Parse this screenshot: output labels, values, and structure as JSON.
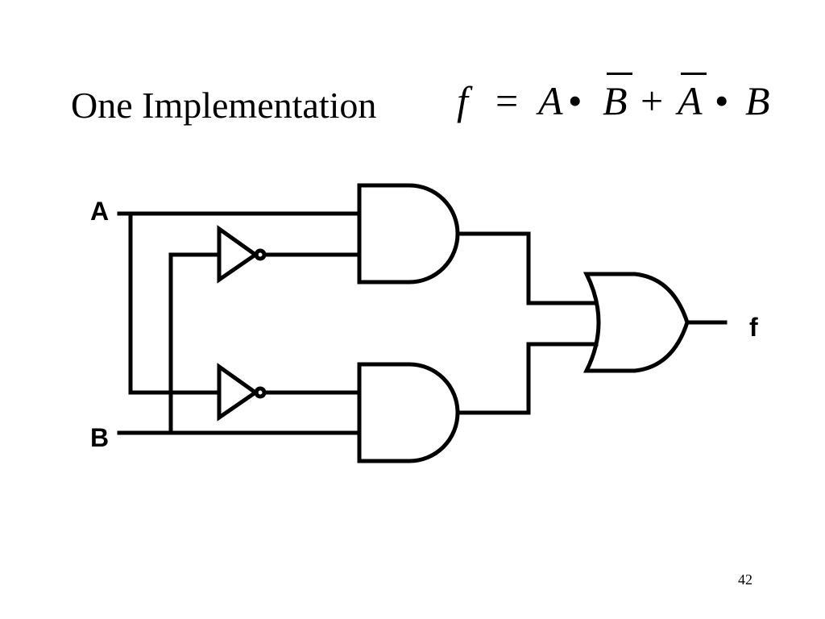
{
  "slide": {
    "title": "One Implementation",
    "page_number": "42"
  },
  "equation": {
    "lhs": "f",
    "equals": "=",
    "term1_a": "A",
    "dot": "•",
    "term1_b": "B",
    "plus": "+",
    "term2_a": "A",
    "term2_b": "B"
  },
  "circuit": {
    "input_a_label": "A",
    "input_b_label": "B",
    "output_label": "f",
    "wire_color": "#000000"
  }
}
